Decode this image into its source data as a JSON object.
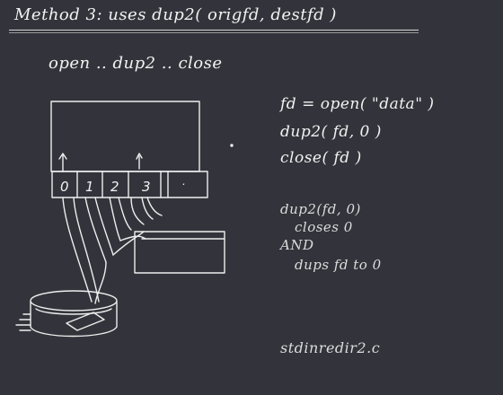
{
  "title": "Method 3:  uses dup2( origfd, destfd )",
  "subtitle": "open ..  dup2 ..  close",
  "code": [
    "fd = open( \"data\" )",
    "dup2( fd,  0 )",
    "close( fd )"
  ],
  "notes": [
    "dup2(fd, 0)",
    "closes 0",
    "AND",
    "dups fd to 0"
  ],
  "filename": "stdinredir2.c",
  "fd_slots": [
    "0",
    "1",
    "2",
    "3",
    "."
  ],
  "colors": {
    "background": "#33343b",
    "ink": "#f2f2f2"
  }
}
